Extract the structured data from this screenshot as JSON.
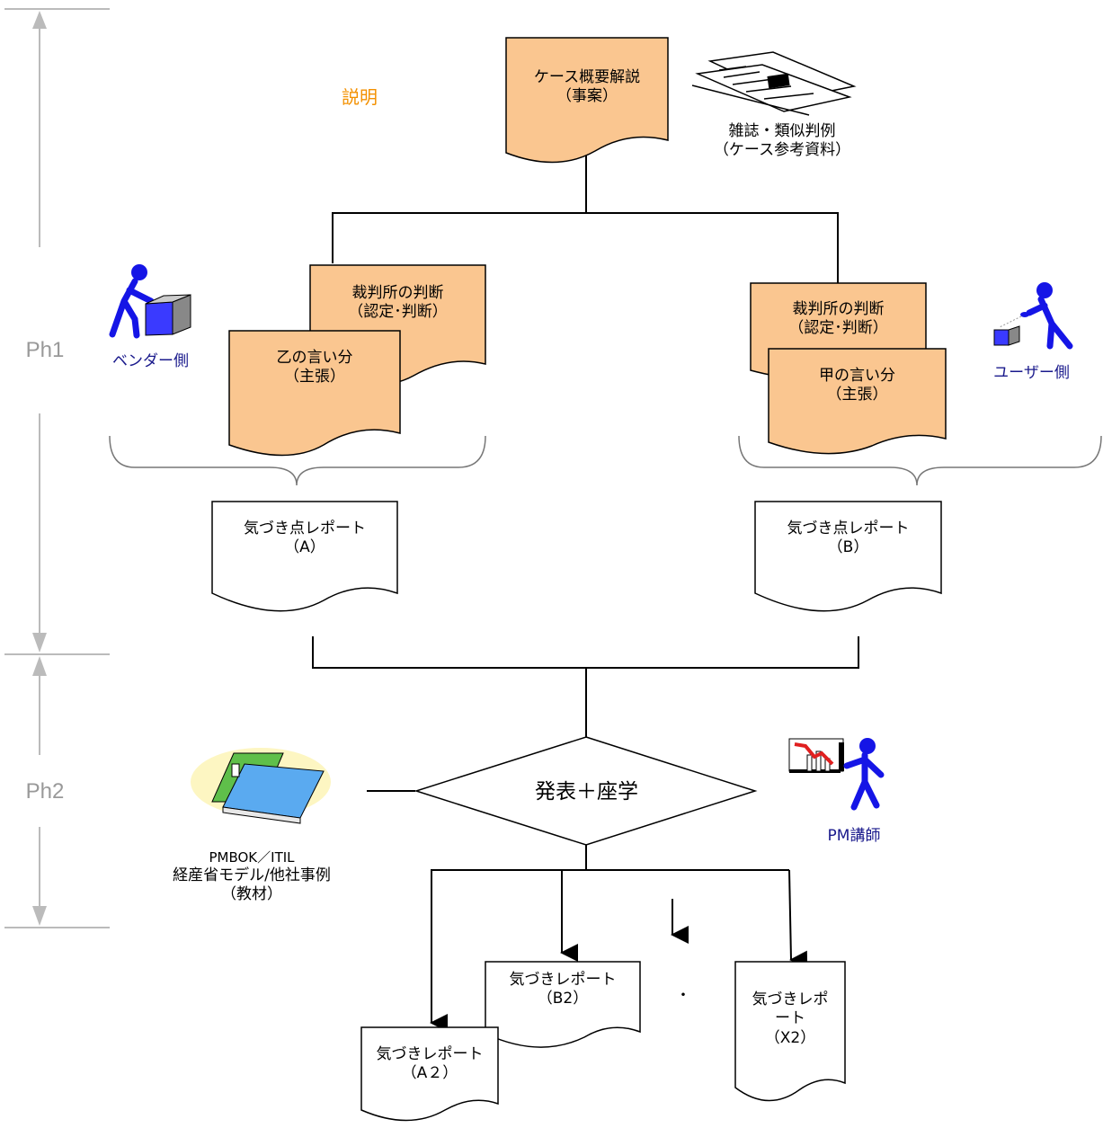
{
  "phases": {
    "ph1": "Ph1",
    "ph2": "Ph2"
  },
  "explain_label": "説明",
  "case_doc": {
    "line1": "ケース概要解説",
    "line2": "（事案）"
  },
  "reference": {
    "line1": "雑誌・類似判例",
    "line2": "（ケース参考資料）"
  },
  "vendor": {
    "label": "ベンダー側",
    "court_doc": {
      "line1": "裁判所の判断",
      "line2": "（認定･判断）"
    },
    "claim_doc": {
      "line1": "乙の言い分",
      "line2": "（主張）"
    }
  },
  "user": {
    "label": "ユーザー側",
    "court_doc": {
      "line1": "裁判所の判断",
      "line2": "（認定･判断）"
    },
    "claim_doc": {
      "line1": "甲の言い分",
      "line2": "（主張）"
    }
  },
  "report_a": {
    "line1": "気づき点レポート",
    "line2": "（A）"
  },
  "report_b": {
    "line1": "気づき点レポート",
    "line2": "（B）"
  },
  "decision": "発表＋座学",
  "materials": {
    "line1": "PMBOK／ITIL",
    "line2": "経産省モデル/他社事例",
    "line3": "（教材）"
  },
  "instructor_label": "PM講師",
  "outputs": {
    "a2": {
      "line1": "気づきレポート",
      "line2": "（A２）"
    },
    "b2": {
      "line1": "気づきレポート",
      "line2": "（B2）"
    },
    "x2": {
      "line1": "気づきレポ",
      "line2": "ート",
      "line3": "（X2）"
    },
    "dot": "・"
  },
  "colors": {
    "doc_fill": "#fac690",
    "line": "#000000",
    "phase_text": "#999999",
    "blue_text": "#1a1a8c",
    "orange_text": "#f39000",
    "person": "#1515e6"
  }
}
